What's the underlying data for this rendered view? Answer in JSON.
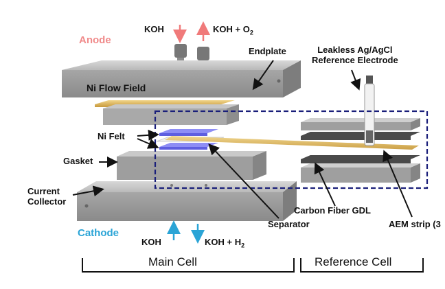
{
  "labels": {
    "anode": "Anode",
    "cathode": "Cathode",
    "koh_in_top": "KOH",
    "koh_out_top": "KOH + O",
    "koh_out_top_sub": "2",
    "koh_in_bottom": "KOH",
    "koh_out_bottom": "KOH + H",
    "koh_out_bottom_sub": "2",
    "endplate": "Endplate",
    "ni_flow_field": "Ni Flow Field",
    "reference_electrode_line1": "Leakless Ag/AgCl",
    "reference_electrode_line2": "Reference Electrode",
    "ni_felt": "Ni Felt",
    "gasket": "Gasket",
    "current_collector_line1": "Current",
    "current_collector_line2": "Collector",
    "carbon_fiber_gdl": "Carbon Fiber GDL",
    "separator": "Separator",
    "aem_strip": "AEM strip (3",
    "main_cell": "Main Cell",
    "reference_cell": "Reference Cell"
  },
  "colors": {
    "anode": "#f08a8a",
    "cathode": "#2aa4d6",
    "dashed_box": "#1a1f7a",
    "gold": "#d9b25a",
    "felt": "#6f6ff0"
  }
}
